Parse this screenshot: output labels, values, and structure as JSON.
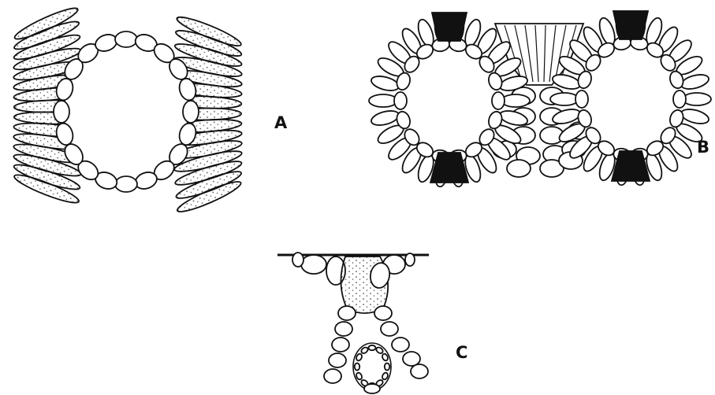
{
  "figure": {
    "panels": [
      {
        "id": "A",
        "label": "A"
      },
      {
        "id": "B",
        "label": "B"
      },
      {
        "id": "C",
        "label": "C"
      }
    ]
  },
  "colors": {
    "ink": "#111111",
    "paper": "#ffffff",
    "stipple": "#555555"
  }
}
